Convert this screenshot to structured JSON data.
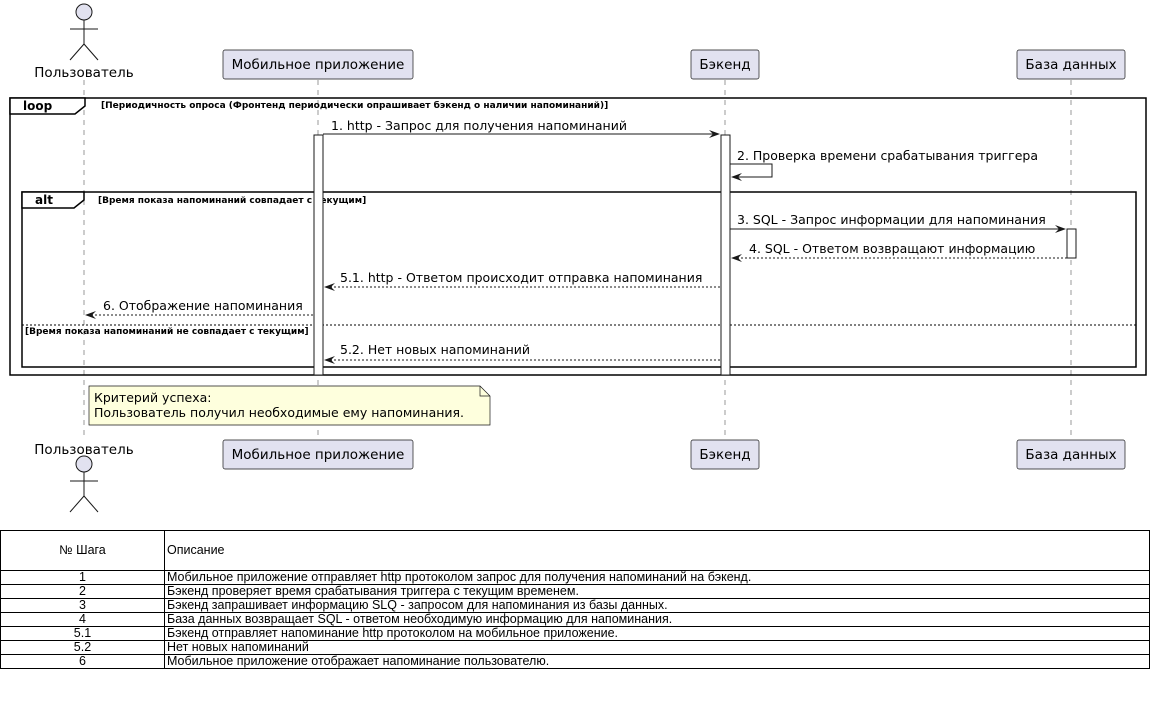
{
  "participants": {
    "user": "Пользователь",
    "mobile": "Мобильное приложение",
    "backend": "Бэкенд",
    "db": "База данных"
  },
  "loop": {
    "keyword": "loop",
    "condition": "[Периодичность опроса (Фронтенд периодически опрашивает бэкенд о наличии напоминаний)]"
  },
  "alt": {
    "keyword": "alt",
    "condition": "[Время показа напоминаний совпадает с текущим]",
    "else_condition": "[Время показа напоминаний не совпадает с текущим]"
  },
  "messages": {
    "m1": "1. http - Запрос для получения напоминаний",
    "m2": "2. Проверка времени срабатывания триггера",
    "m3": "3. SQL - Запрос информации для напоминания",
    "m4": "4. SQL - Ответом возвращают информацию",
    "m51": "5.1. http - Ответом происходит отправка напоминания",
    "m6": "6. Отображение напоминания",
    "m52": "5.2. Нет новых напоминаний"
  },
  "note": {
    "line1": "Критерий успеха:",
    "line2": "Пользователь получил необходимые ему напоминания."
  },
  "table": {
    "header_step": "№ Шага",
    "header_desc": "Описание",
    "rows": [
      {
        "step": "1",
        "desc": "Мобильное приложение отправляет http протоколом запрос для получения напоминаний на бэкенд."
      },
      {
        "step": "2",
        "desc": "Бэкенд проверяет время срабатывания триггера с текущим временем."
      },
      {
        "step": "3",
        "desc": "Бэкенд запрашивает информацию SLQ - запросом для напоминания из базы данных."
      },
      {
        "step": "4",
        "desc": "База данных возвращает SQL - ответом необходимую информацию для напоминания."
      },
      {
        "step": "5.1",
        "desc": "Бэкенд отправляет напоминание http протоколом на мобильное приложение."
      },
      {
        "step": "5.2",
        "desc": "Нет новых напоминаний"
      },
      {
        "step": "6",
        "desc": "Мобильное приложение отображает напоминание пользователю."
      }
    ]
  },
  "colors": {
    "participant_fill": "#E2E2F0",
    "participant_stroke": "#181818",
    "note_fill": "#FEFFDD",
    "lifeline": "#999999"
  }
}
